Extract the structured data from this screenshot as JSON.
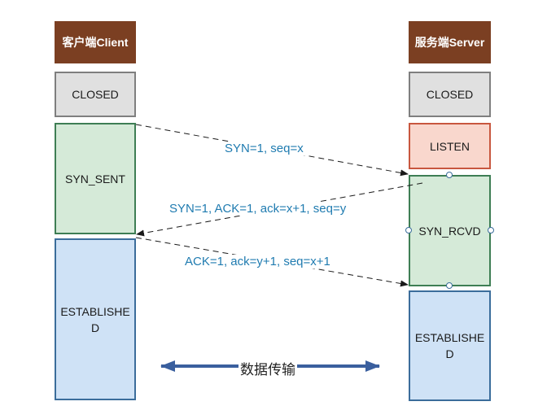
{
  "client": {
    "header": "客户端Client",
    "states": [
      "CLOSED",
      "SYN_SENT",
      "ESTABLISHED"
    ]
  },
  "server": {
    "header": "服务端Server",
    "states": [
      "CLOSED",
      "LISTEN",
      "SYN_RCVD",
      "ESTABLISHED"
    ]
  },
  "messages": [
    "SYN=1, seq=x",
    "SYN=1, ACK=1, ack=x+1, seq=y",
    "ACK=1, ack=y+1, seq=x+1"
  ],
  "transfer_label": "数据传输",
  "colors": {
    "header": "#7b3f22",
    "closed": "#e0e0e0",
    "syn_state": "#d5ead8",
    "established": "#cfe2f6",
    "listen": "#f9d7cd",
    "message_text": "#1f7bb0",
    "transfer_arrow": "#3a5f9e"
  }
}
